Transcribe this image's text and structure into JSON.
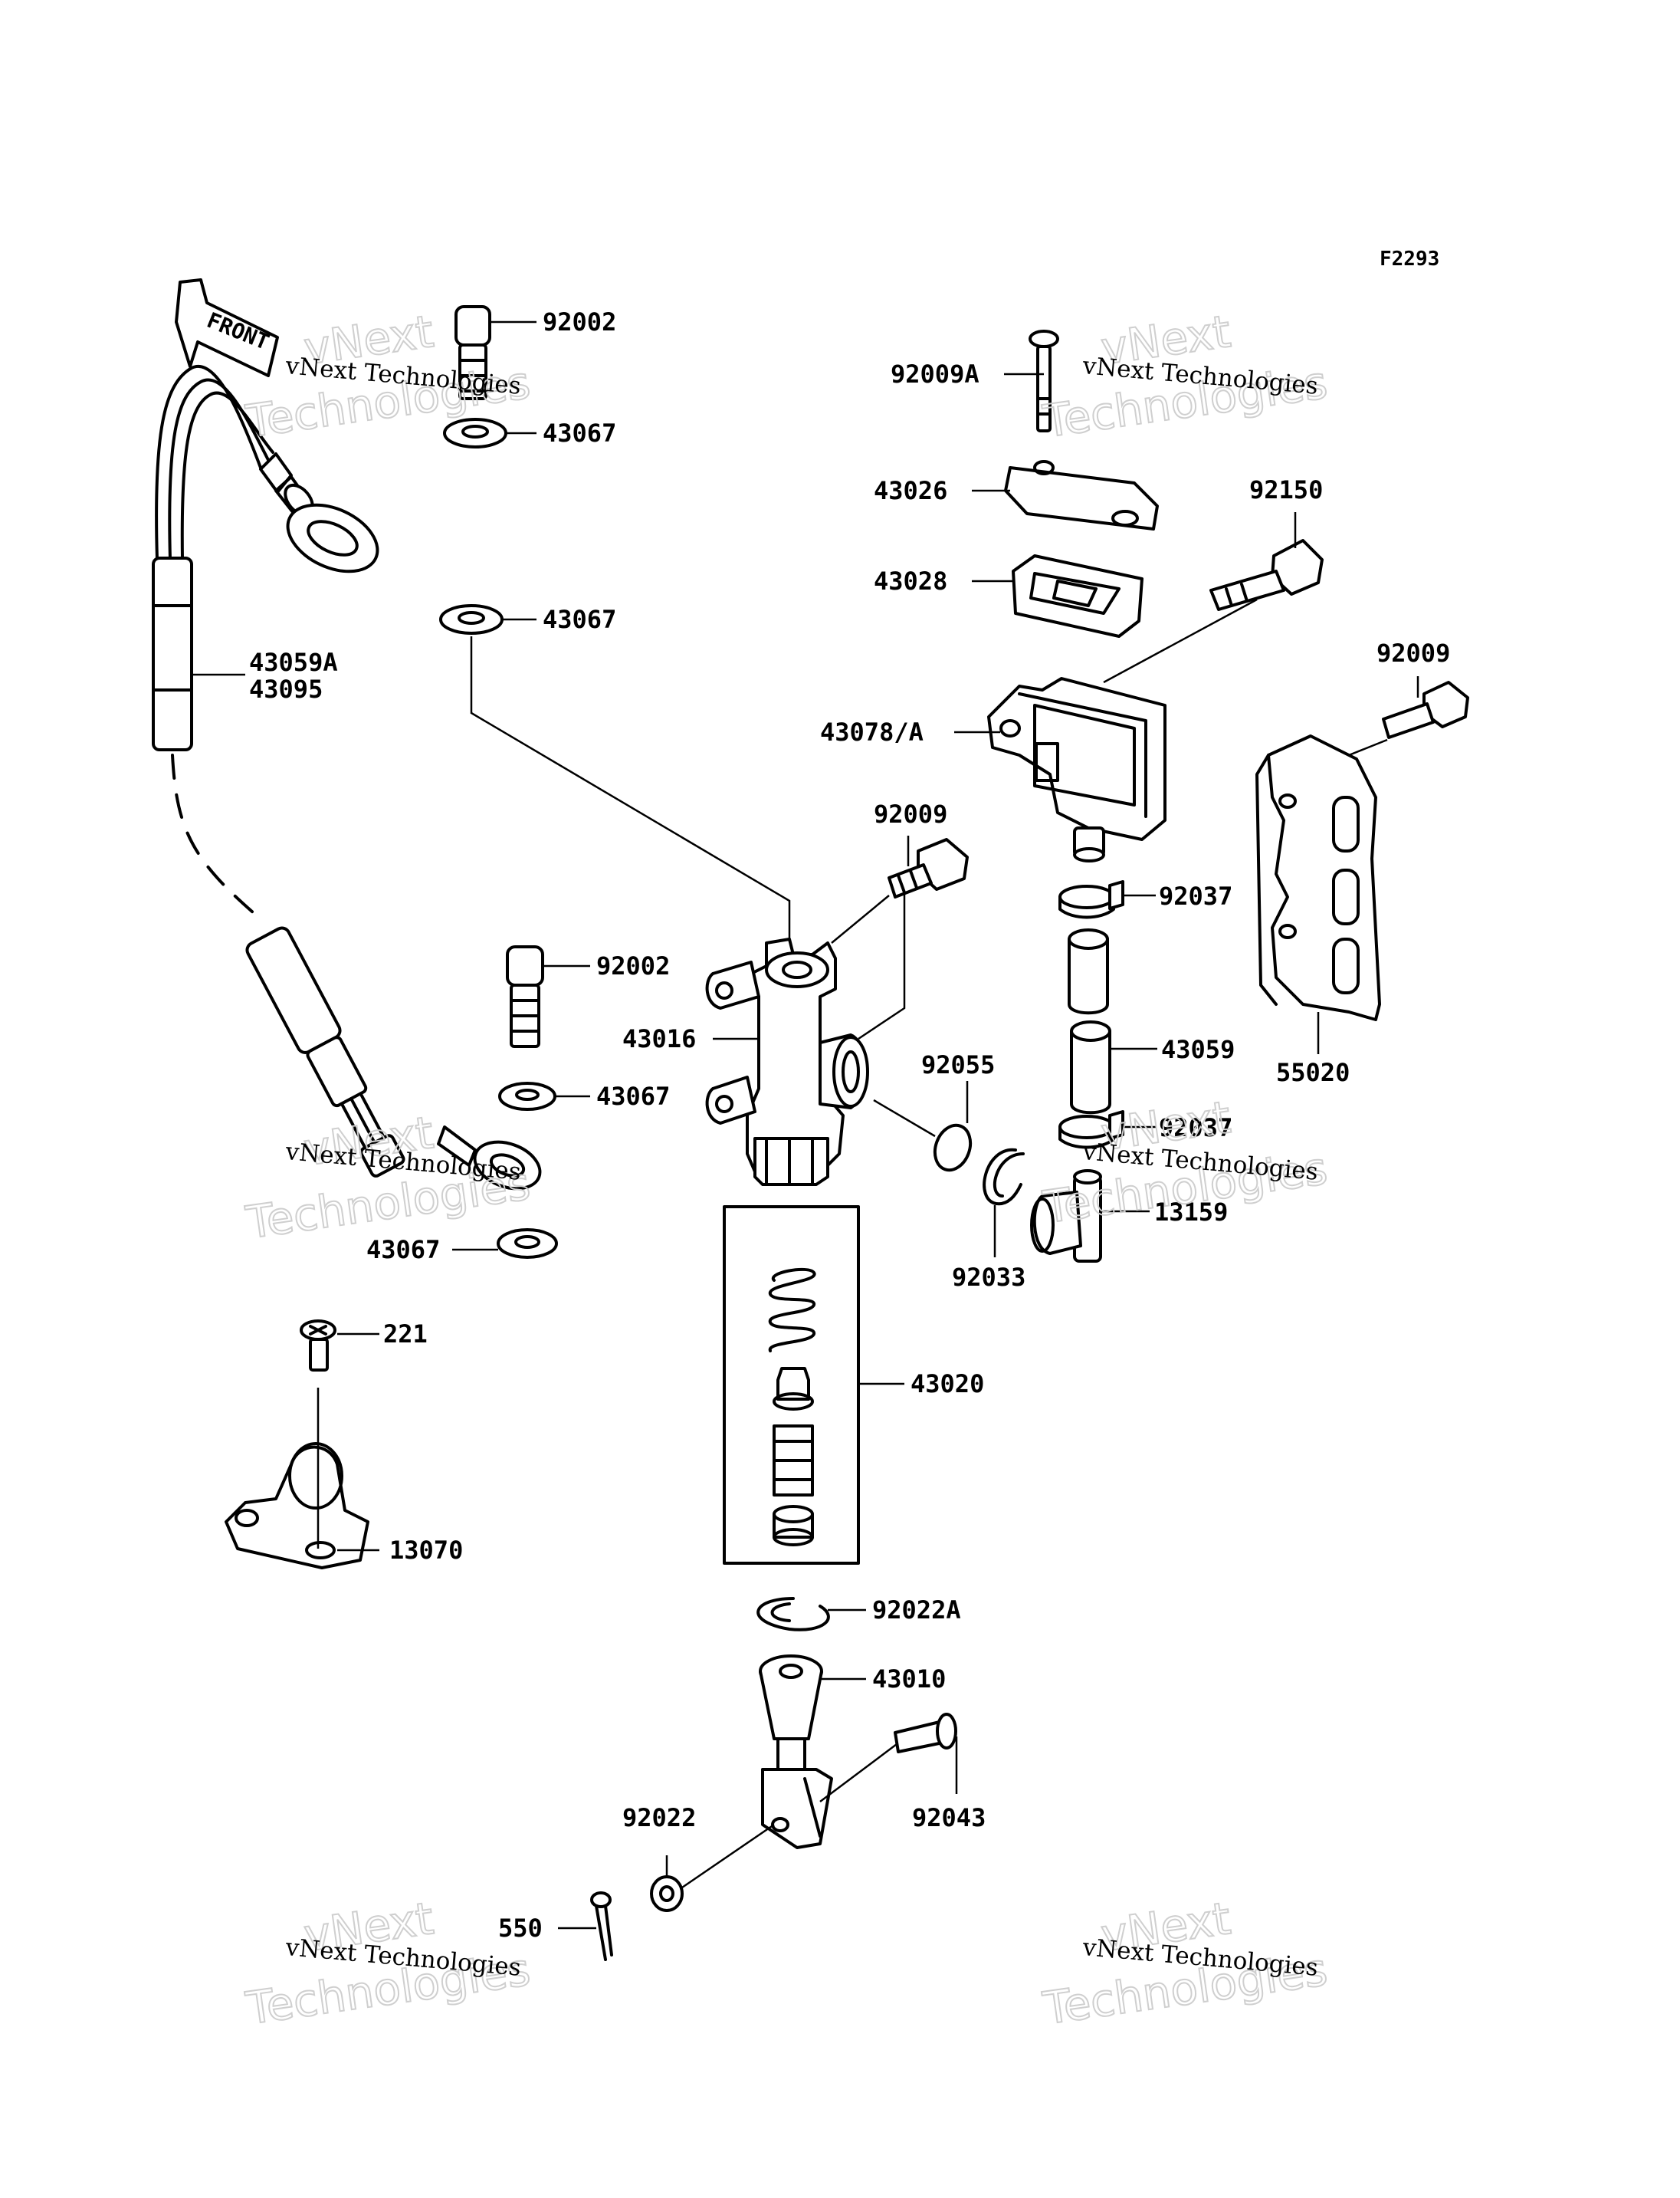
{
  "figure_code": "F2293",
  "front_label": "FRONT",
  "watermark": {
    "company": "vNext Technologies",
    "big_line1": "vNext",
    "big_line2": "Technologies"
  },
  "callouts": {
    "c92002_top": "92002",
    "c43067_a": "43067",
    "c43067_b": "43067",
    "c43059A": "43059A",
    "c43095": "43095",
    "c92002_mid": "92002",
    "c43067_c": "43067",
    "c43067_d": "43067",
    "c221": "221",
    "c13070": "13070",
    "c92009A": "92009A",
    "c43026": "43026",
    "c43028": "43028",
    "c92150": "92150",
    "c92009_right": "92009",
    "c43078A": "43078/A",
    "c92009_mid": "92009",
    "c92037_a": "92037",
    "c43016": "43016",
    "c92055": "92055",
    "c43059": "43059",
    "c92037_b": "92037",
    "c55020": "55020",
    "c13159": "13159",
    "c92033": "92033",
    "c43020": "43020",
    "c92022A": "92022A",
    "c43010": "43010",
    "c92043": "92043",
    "c92022": "92022",
    "c550": "550"
  }
}
